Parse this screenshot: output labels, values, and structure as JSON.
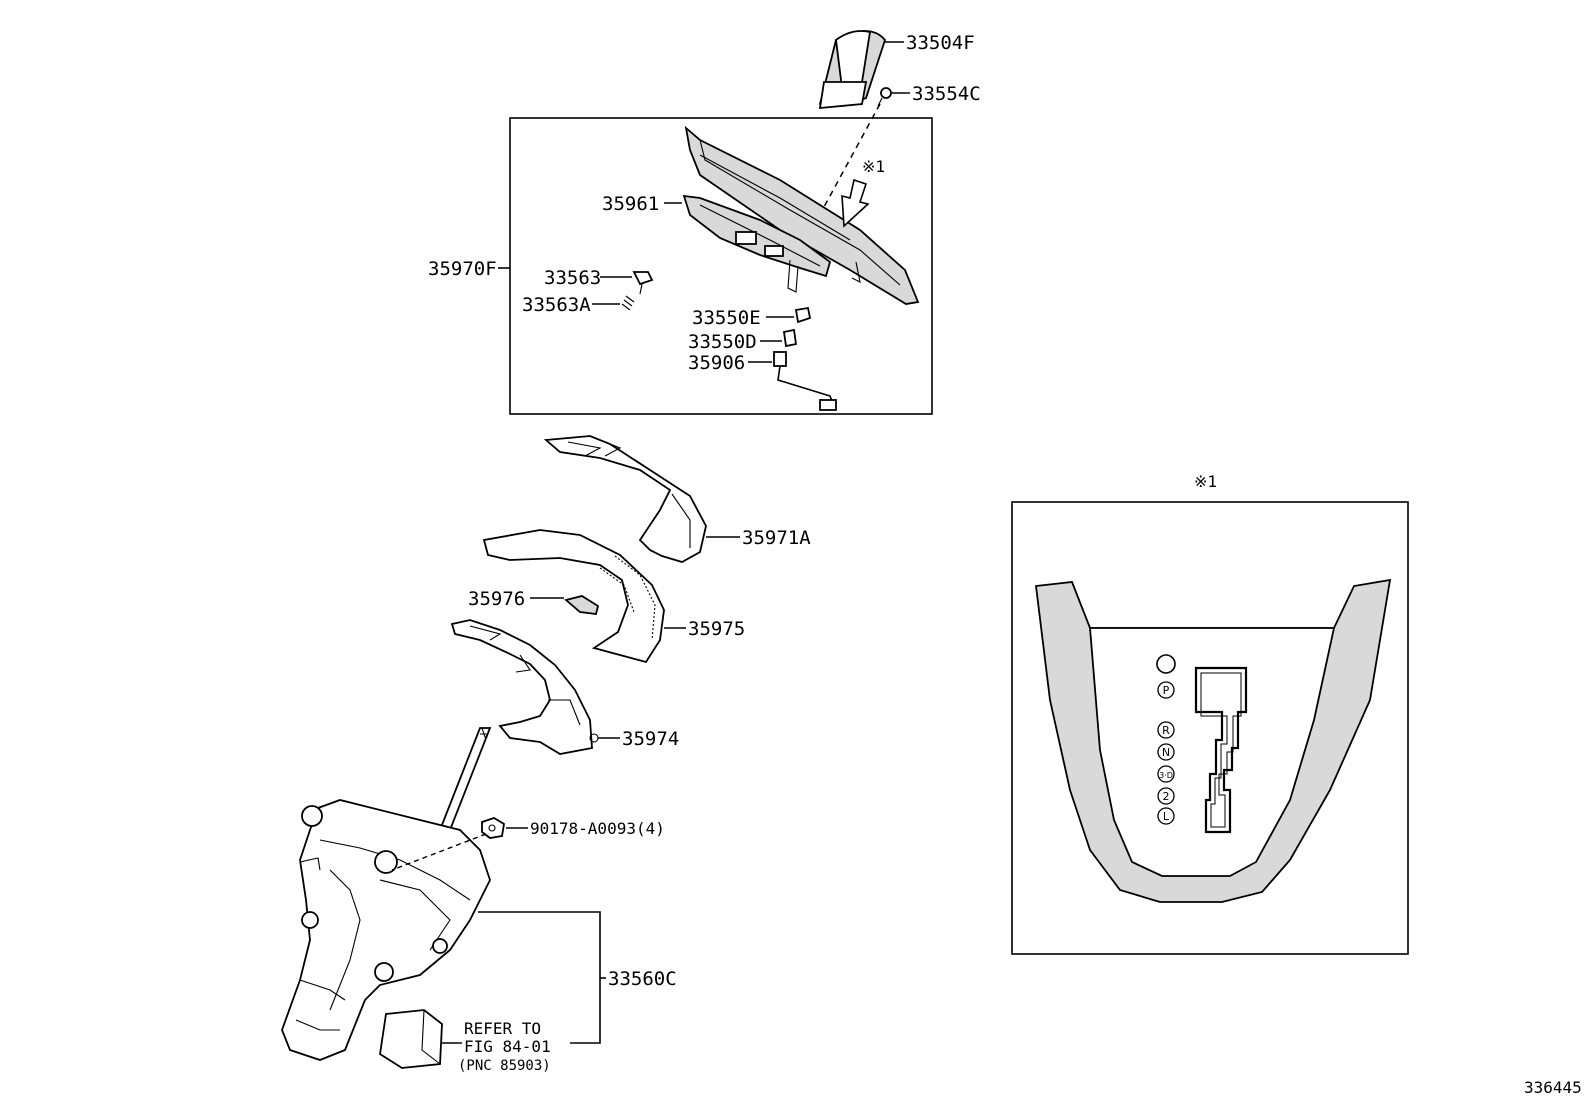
{
  "labels": {
    "p33504F": "33504F",
    "p33554C": "33554C",
    "p35961": "35961",
    "p35970F": "35970F",
    "p33563": "33563",
    "p33563A": "33563A",
    "p33550E": "33550E",
    "p33550D": "33550D",
    "p35906": "35906",
    "p35971A": "35971A",
    "p35976": "35976",
    "p35975": "35975",
    "p35974": "35974",
    "p90178": "90178-A0093(4)",
    "p33560C": "33560C",
    "note_mark": "※1",
    "detail_mark": "※1"
  },
  "refer": {
    "line1": "REFER TO",
    "line2": "FIG 84-01",
    "line3": "(PNC 85903)"
  },
  "gate_positions": [
    "P",
    "R",
    "N",
    "3·D",
    "2",
    "L"
  ],
  "diagram_id": "336445"
}
